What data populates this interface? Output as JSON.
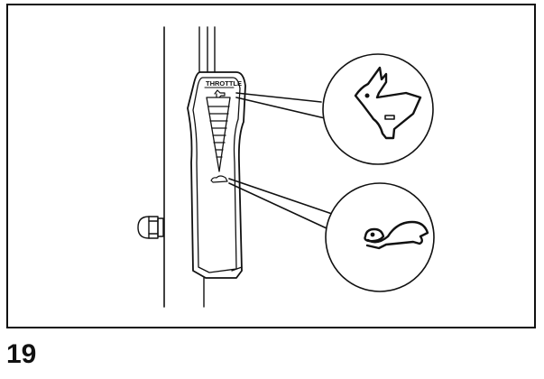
{
  "figure": {
    "number": "19",
    "description": "Throttle control lever on handle with fast (rabbit) and slow (turtle) callouts",
    "throttle_label": "THROTTLE",
    "callouts": [
      {
        "id": "fast",
        "symbol": "rabbit-icon",
        "meaning": "Fast"
      },
      {
        "id": "slow",
        "symbol": "turtle-icon",
        "meaning": "Slow"
      }
    ]
  },
  "colors": {
    "line": "#111111",
    "background": "#ffffff"
  }
}
